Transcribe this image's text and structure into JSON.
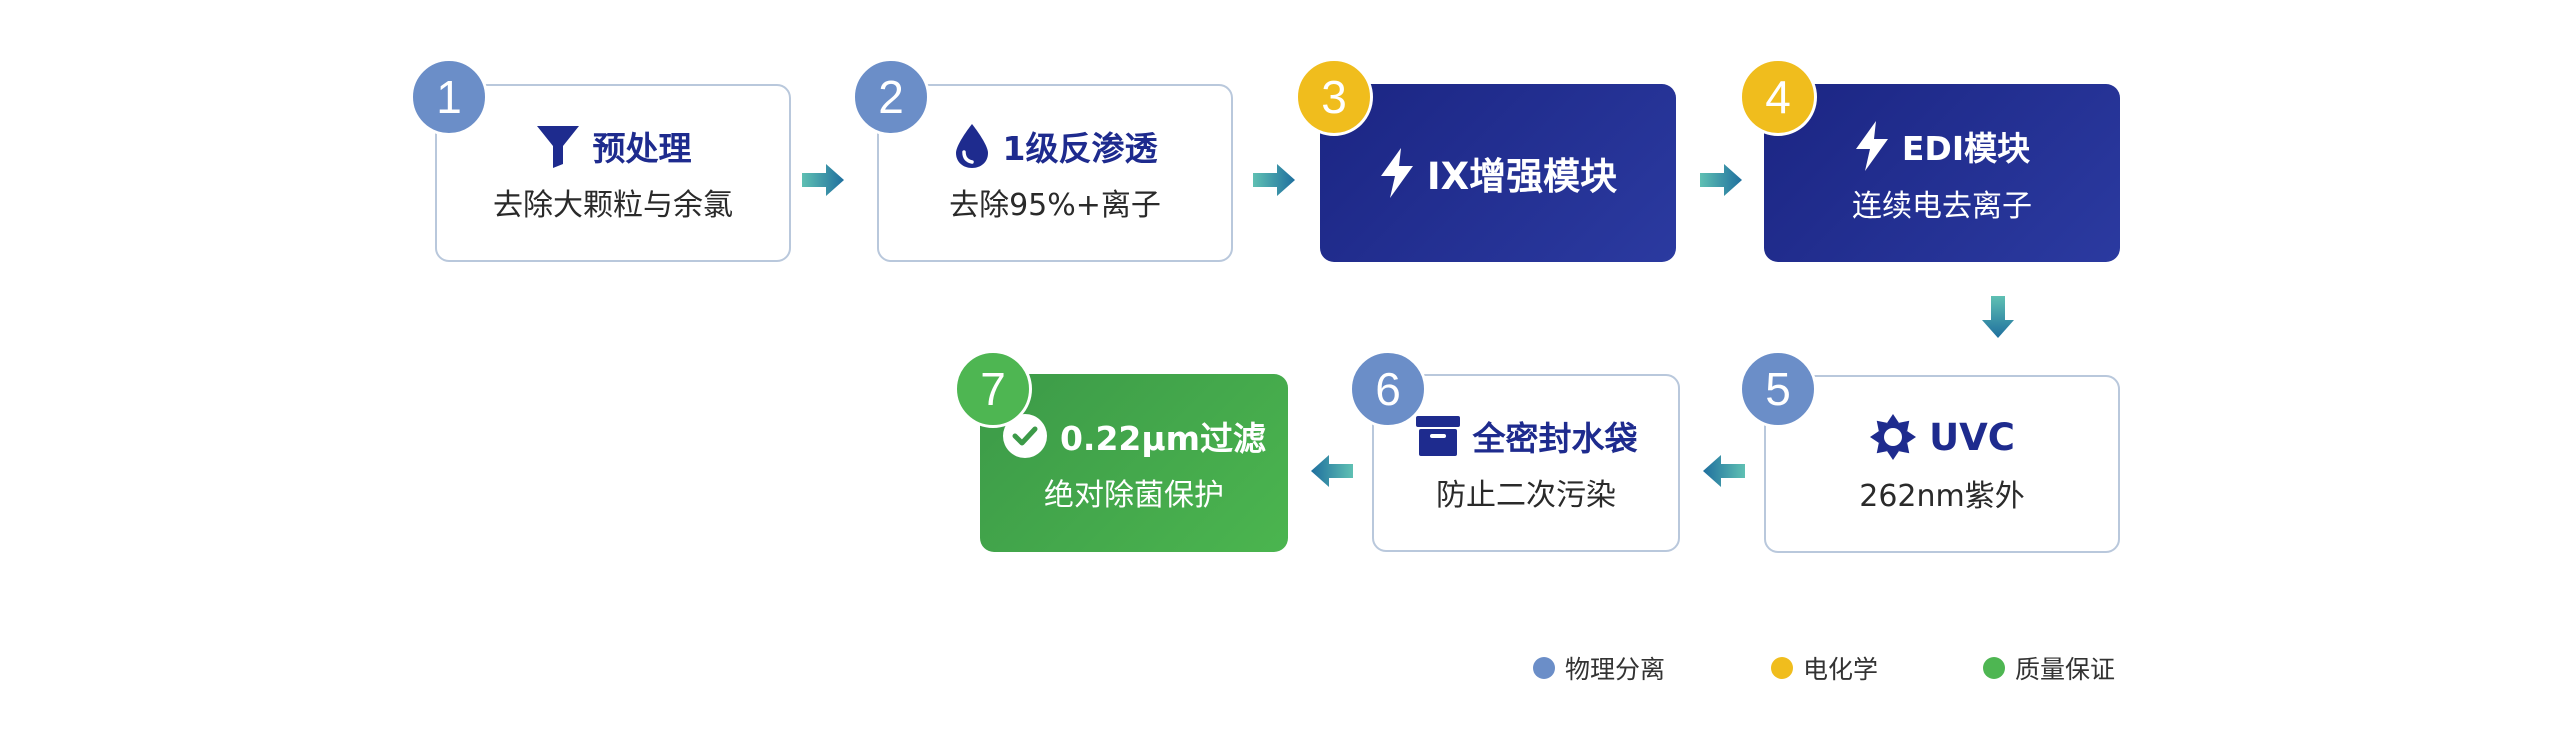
{
  "colors": {
    "physical": "#6b8ec8",
    "chemical": "#f0bd1d",
    "quality": "#4eb652"
  },
  "steps": [
    {
      "number": "1",
      "title": "预处理",
      "desc": "去除大颗粒与余氯",
      "icon": "funnel-icon"
    },
    {
      "number": "2",
      "title": "1级反渗透",
      "desc": "去除95%+离子",
      "icon": "water-drop-icon"
    },
    {
      "number": "3",
      "title": "IX增强模块",
      "desc": "",
      "icon": "lightning-icon"
    },
    {
      "number": "4",
      "title": "EDI模块",
      "desc": "连续电去离子",
      "icon": "lightning-icon"
    },
    {
      "number": "5",
      "title": "UVC",
      "desc": "262nm紫外",
      "icon": "sun-gear-icon"
    },
    {
      "number": "6",
      "title": "全密封水袋",
      "desc": "防止二次污染",
      "icon": "storage-box-icon"
    },
    {
      "number": "7",
      "title": "0.22μm过滤",
      "desc": "绝对除菌保护",
      "icon": "check-circle-icon"
    }
  ],
  "legend": [
    {
      "label": "物理分离",
      "color": "#6b8ec8"
    },
    {
      "label": "电化学",
      "color": "#f0bd1d"
    },
    {
      "label": "质量保证",
      "color": "#4eb652"
    }
  ]
}
